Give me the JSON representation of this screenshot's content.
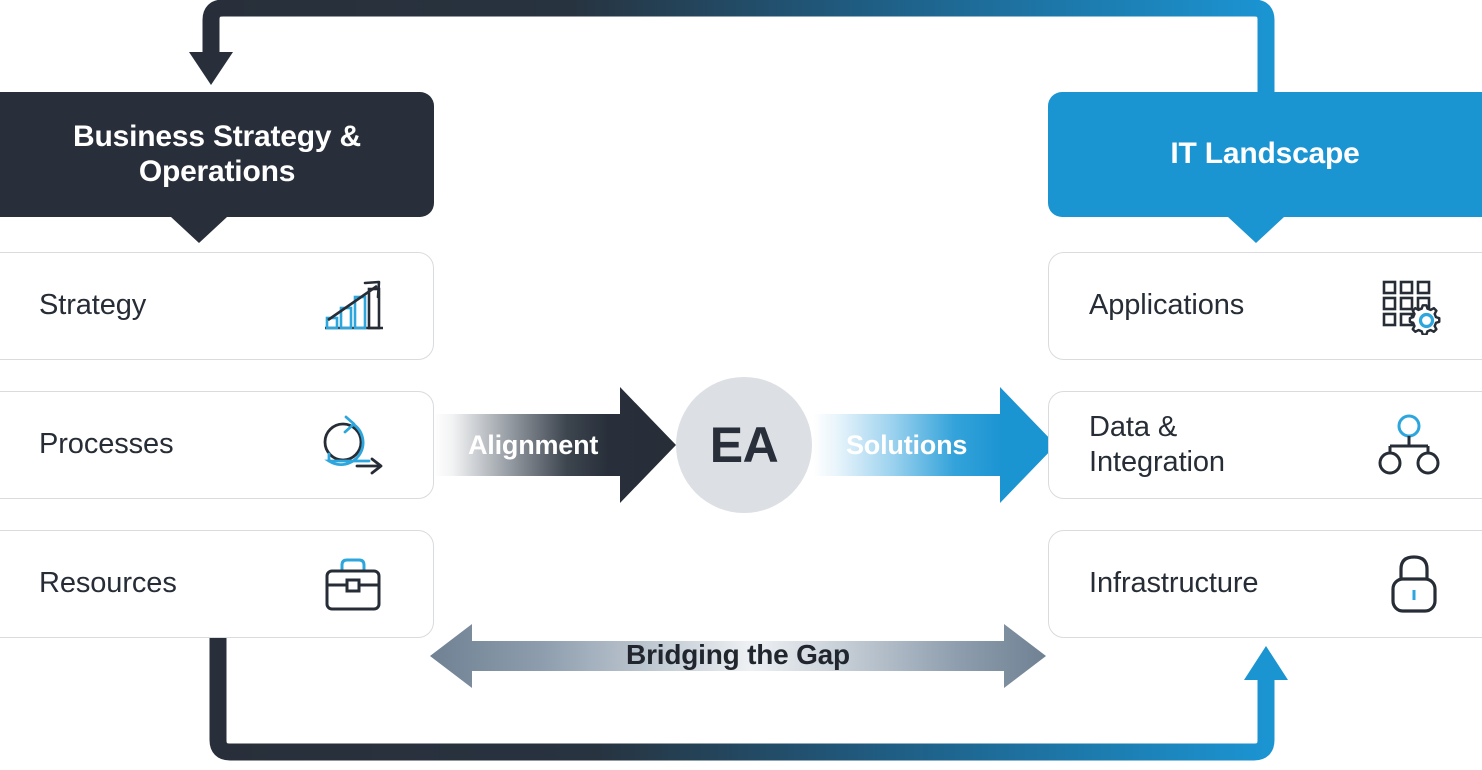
{
  "diagram": {
    "title": "Enterprise Architecture bridging Business Strategy and IT Landscape",
    "colors": {
      "dark": "#282f3a",
      "blue": "#1b94d2",
      "card_border": "#d9dbde",
      "ea_circle": "#dcdfe3",
      "bridge_gray": "#7e8fa0"
    }
  },
  "left_column": {
    "header": "Business Strategy\n& Operations",
    "cards": [
      {
        "label": "Strategy",
        "icon": "bar-chart-growth-icon"
      },
      {
        "label": "Processes",
        "icon": "agile-cycle-arrow-icon"
      },
      {
        "label": "Resources",
        "icon": "briefcase-icon"
      }
    ]
  },
  "right_column": {
    "header": "IT Landscape",
    "cards": [
      {
        "label": "Applications",
        "icon": "app-grid-gear-icon"
      },
      {
        "label": "Data &\nIntegration",
        "icon": "hierarchy-nodes-icon"
      },
      {
        "label": "Infrastructure",
        "icon": "padlock-icon"
      }
    ]
  },
  "center": {
    "hub_label": "EA",
    "left_arrow_label": "Alignment",
    "right_arrow_label": "Solutions",
    "bridge_label": "Bridging the Gap"
  },
  "connectors": {
    "top_loop": "IT Landscape feeds back to Business Strategy & Operations",
    "bottom_loop": "Resources feeds forward to Infrastructure"
  }
}
